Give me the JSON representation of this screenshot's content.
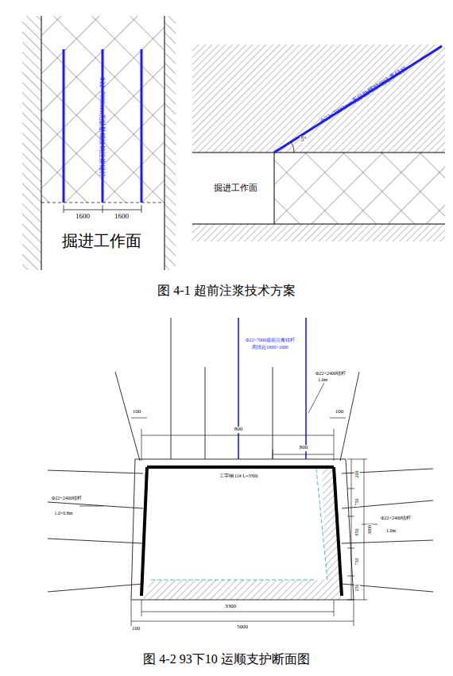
{
  "diagram": {
    "labels": [
      "Φ22×7000mm无纵肋螺纹钢注浆锚杆",
      "1600",
      "1600",
      "掘进工作面",
      "Φ22×7000mm无纵肋螺纹钢注浆锚杆",
      "掘进工作面",
      "5°",
      "图 4-1  超前注浆技术方案",
      "Φ22×7000超前注浆锚杆",
      "间排距1600×1600",
      "Φ22×2400锚杆",
      "1.0m",
      "100",
      "100",
      "800",
      "800",
      "工字钢 11# L=3300",
      "Φ22×2400锚杆",
      "1.0×0.8m",
      "Φ22×2400锚杆",
      "1.0m",
      "200",
      "750",
      "950",
      "750",
      "250",
      "3000",
      "3300",
      "5000",
      "100",
      "图 4-2    93下10 运顺支护断面图"
    ]
  }
}
